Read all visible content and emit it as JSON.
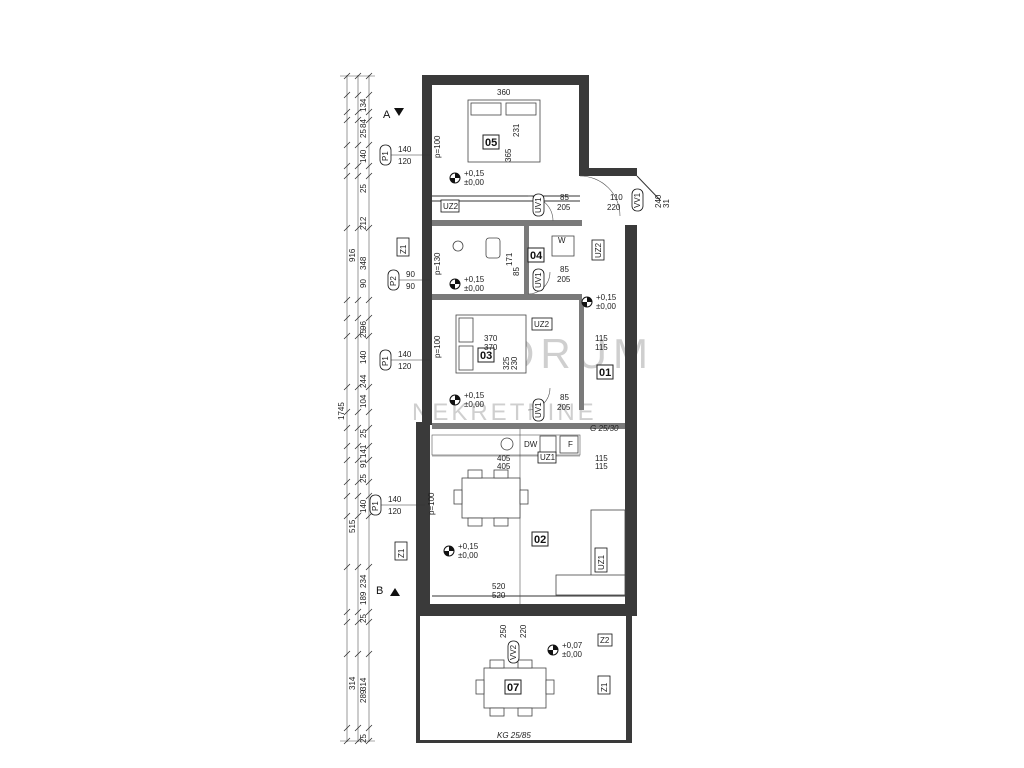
{
  "left_dims": {
    "total": "1745",
    "upper_total": "916",
    "mid_total": "515",
    "lower_total": "314",
    "col2": [
      "134",
      "84",
      "25",
      "140",
      "25",
      "212",
      "348",
      "90",
      "96",
      "25",
      "140",
      "244",
      "104",
      "25",
      "141",
      "91",
      "25",
      "140",
      "234",
      "189",
      "25",
      "314",
      "289",
      "25"
    ]
  },
  "sections": {
    "a": "A",
    "b": "B"
  },
  "rooms": [
    "05",
    "04",
    "03",
    "01",
    "02",
    "07"
  ],
  "room_dims": {
    "r05_w": "360",
    "r05_h": "365",
    "r05_sub": "231",
    "r03_w1": "370",
    "r03_w2": "370",
    "r03_h1": "325",
    "r03_h2": "230",
    "r02_w1": "405",
    "r02_w2": "405",
    "r02_w3": "520",
    "r02_w4": "520",
    "r01_w1": "115",
    "r01_w2": "115",
    "r01_w3": "115",
    "r01_w4": "115",
    "r04_h1": "171",
    "r04_h2": "85",
    "g_beam": "G 25/30",
    "kg_beam": "KG 25/85"
  },
  "windows": [
    {
      "id": "P1",
      "w": "140",
      "h": "120",
      "sill": "p=100"
    },
    {
      "id": "P2",
      "w": "90",
      "h": "90",
      "sill": "p=130"
    },
    {
      "id": "P1",
      "w": "140",
      "h": "120",
      "sill": "p=100"
    },
    {
      "id": "P1",
      "w": "140",
      "h": "120",
      "sill": "p=100"
    }
  ],
  "doors": [
    {
      "id": "UV1",
      "w": "85",
      "h": "205"
    },
    {
      "id": "UV1",
      "w": "85",
      "h": "205"
    },
    {
      "id": "UV1",
      "w": "85",
      "h": "205"
    },
    {
      "id": "VV1",
      "w": "110",
      "h": "220"
    },
    {
      "id": "VV2",
      "w": "250",
      "h": "220"
    }
  ],
  "levels": [
    {
      "a": "+0,15",
      "b": "±0,00"
    },
    {
      "a": "+0,15",
      "b": "±0,00"
    },
    {
      "a": "+0,15",
      "b": "±0,00"
    },
    {
      "a": "+0,15",
      "b": "±0,00"
    },
    {
      "a": "+0,15",
      "b": "±0,00"
    },
    {
      "a": "+0,07",
      "b": "±0,00"
    }
  ],
  "wall_tags": [
    "UZ2",
    "UZ2",
    "UZ2",
    "UZ1",
    "UZ1",
    "Z1",
    "Z1",
    "Z1",
    "Z2"
  ],
  "misc": {
    "w": "W",
    "dw": "DW",
    "f": "F",
    "vv1_dim": "240",
    "vv1_sub": "31"
  },
  "watermark": {
    "line1": "FORUM",
    "line2": "NEKRETNINE"
  }
}
